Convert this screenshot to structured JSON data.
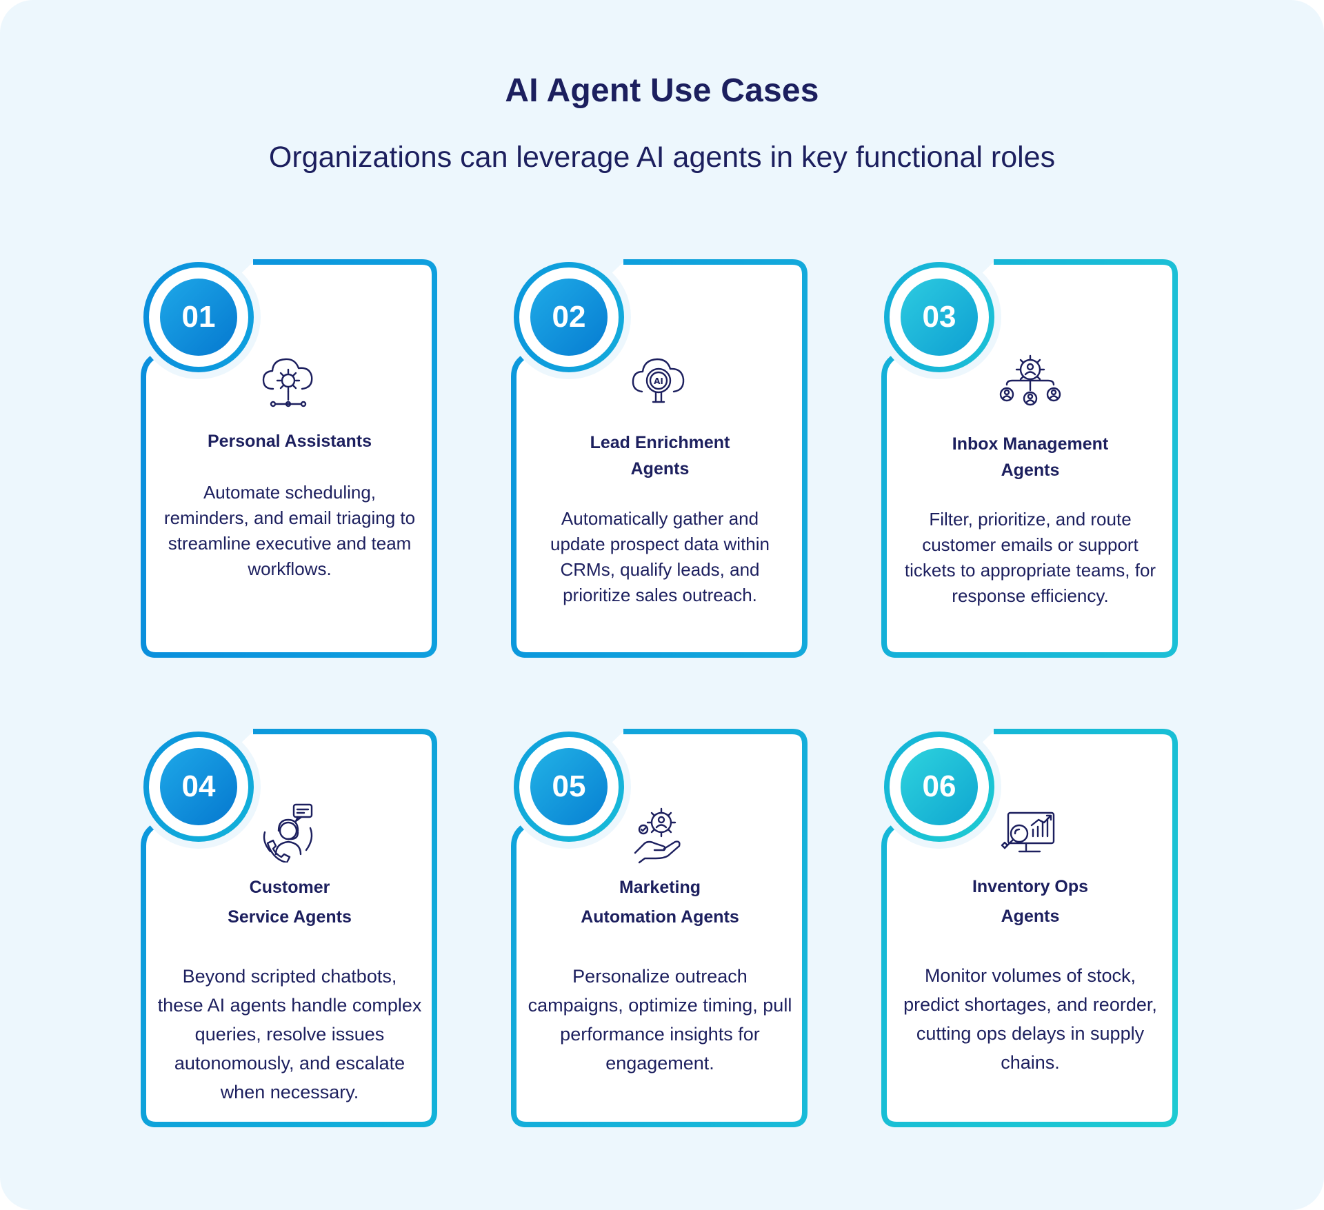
{
  "header": {
    "title": "AI Agent Use Cases",
    "subtitle": "Organizations can leverage AI agents in key functional roles"
  },
  "colors": {
    "background": "#edf7fd",
    "text": "#1c1f5e",
    "accent_blue": "#0a8fdc",
    "accent_teal": "#1cc4d0"
  },
  "cards": [
    {
      "number": "01",
      "icon": "cloud-gear-icon",
      "title": "Personal Assistants",
      "description": "Automate scheduling, reminders, and email triaging to streamline executive and team workflows."
    },
    {
      "number": "02",
      "icon": "ai-cloud-icon",
      "title": "Lead Enrichment\nAgents",
      "description": "Automatically gather and update prospect data within CRMs, qualify leads, and prioritize sales outreach."
    },
    {
      "number": "03",
      "icon": "gear-network-users-icon",
      "title": "Inbox Management\nAgents",
      "description": "Filter, prioritize, and route customer emails or support tickets to appropriate teams, for response efficiency."
    },
    {
      "number": "04",
      "icon": "support-headset-icon",
      "title": "Customer\nService Agents",
      "description": "Beyond scripted chatbots, these AI agents handle complex queries, resolve issues autonomously, and escalate when necessary."
    },
    {
      "number": "05",
      "icon": "hand-gear-user-icon",
      "title": "Marketing\nAutomation Agents",
      "description": "Personalize outreach campaigns, optimize timing, pull performance insights for engagement."
    },
    {
      "number": "06",
      "icon": "monitor-analytics-icon",
      "title": "Inventory Ops\nAgents",
      "description": "Monitor volumes of stock, predict shortages, and reorder, cutting ops delays in supply chains."
    }
  ]
}
